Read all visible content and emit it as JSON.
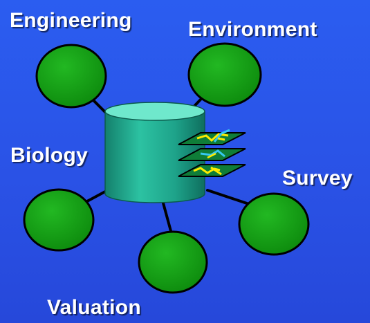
{
  "diagram": {
    "hub": "database-cylinder",
    "layers_icon": "map-layers",
    "nodes": [
      {
        "id": "engineering",
        "label": "Engineering"
      },
      {
        "id": "environment",
        "label": "Environment"
      },
      {
        "id": "biology",
        "label": "Biology"
      },
      {
        "id": "survey",
        "label": "Survey"
      },
      {
        "id": "valuation",
        "label": "Valuation"
      }
    ]
  },
  "colors": {
    "background": "#2a52e6",
    "node_fill": "#119911",
    "cylinder_body": "#1ea38a",
    "cylinder_top": "#66e6c8",
    "connector": "#000000",
    "label_text": "#ffffff"
  }
}
